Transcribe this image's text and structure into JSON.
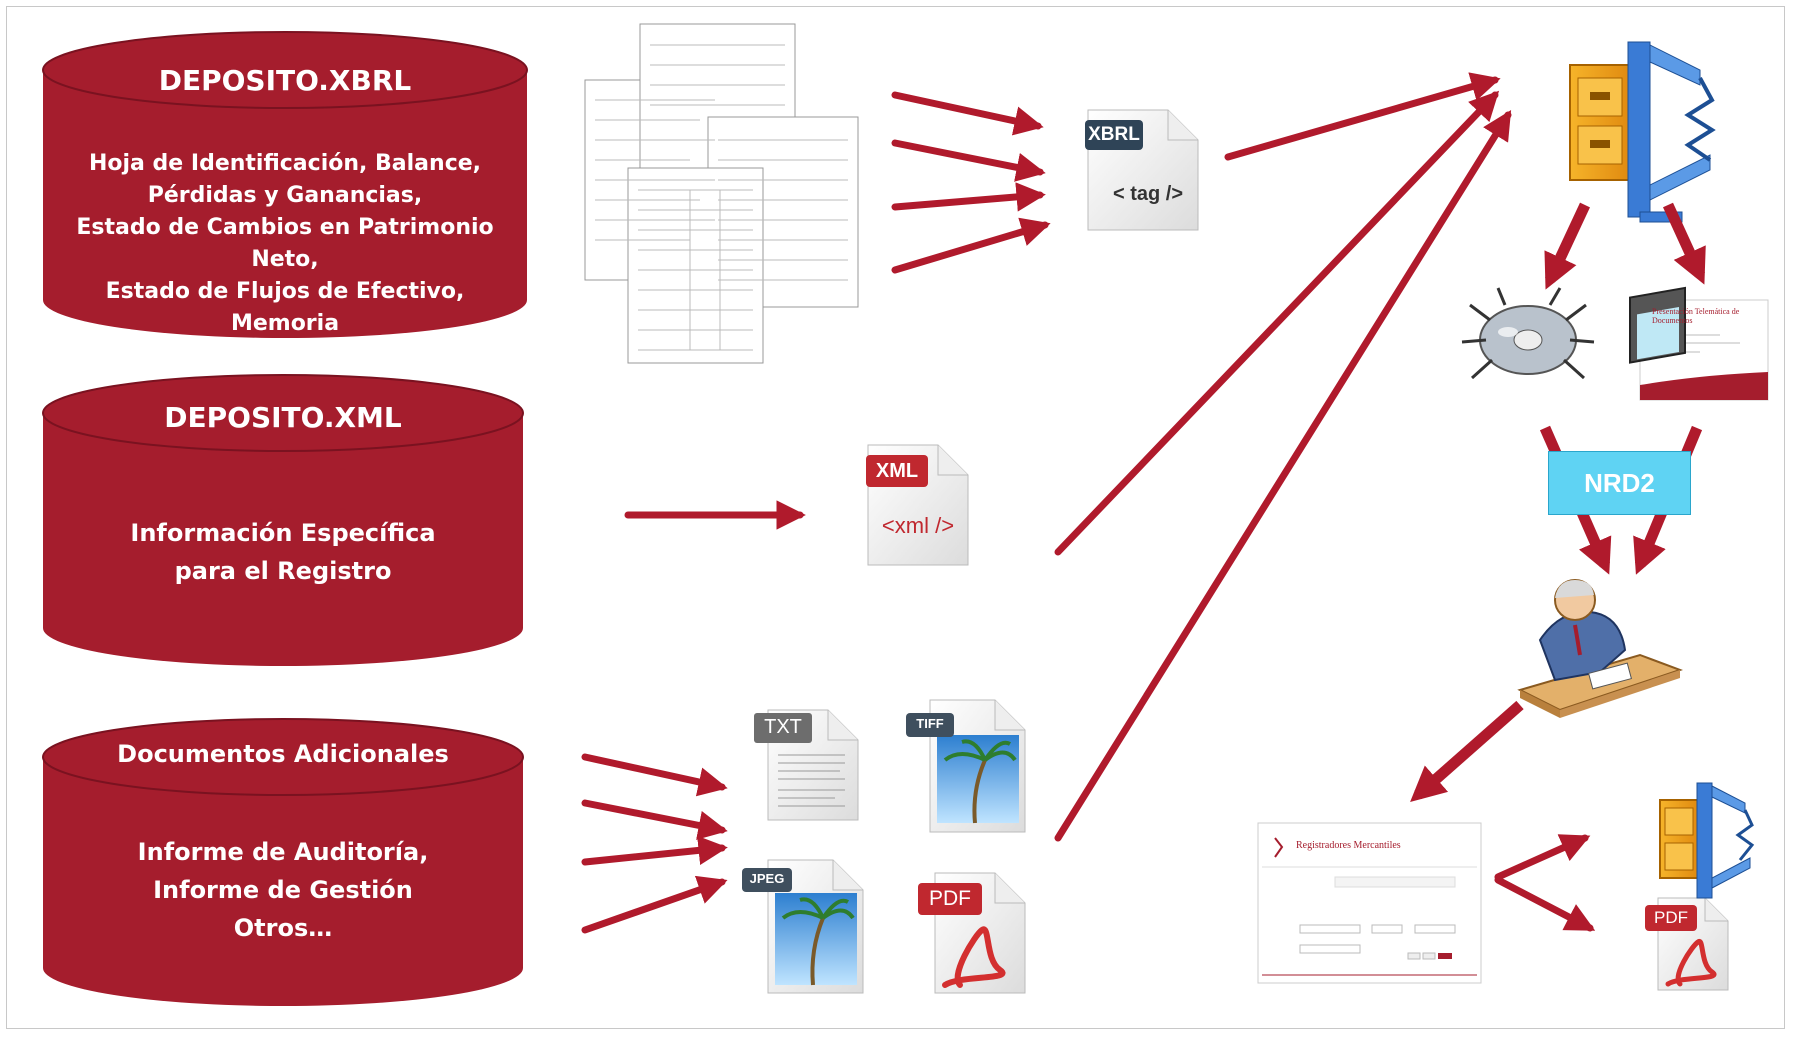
{
  "colors": {
    "cylinder": "#a51d2d",
    "cylinder_dark": "#7a1220",
    "arrow": "#b01a2c",
    "nrd2": "#5fd3f3"
  },
  "cylinders": [
    {
      "title": "DEPOSITO.XBRL",
      "lines": [
        "Hoja de Identificación, Balance,",
        "Pérdidas y Ganancias,",
        "Estado de Cambios en Patrimonio Neto,",
        "Estado de Flujos de Efectivo,",
        "Memoria"
      ]
    },
    {
      "title": "DEPOSITO.XML",
      "lines": [
        "Información Específica",
        "para el Registro"
      ]
    },
    {
      "title": "Documentos Adicionales",
      "lines": [
        "Informe de Auditoría,",
        "Informe de Gestión",
        "Otros…"
      ]
    }
  ],
  "file_icons": {
    "xbrl": {
      "label": "XBRL",
      "content": "< tag />",
      "icon": "xbrl-file-icon"
    },
    "xml": {
      "label": "XML",
      "content": "<xml />",
      "icon": "xml-file-icon"
    },
    "txt": {
      "label": "TXT",
      "icon": "txt-file-icon"
    },
    "tiff": {
      "label": "TIFF",
      "icon": "tiff-image-file-icon"
    },
    "jpeg": {
      "label": "JPEG",
      "icon": "jpeg-image-file-icon"
    },
    "pdf": {
      "label": "PDF",
      "icon": "pdf-file-icon"
    },
    "pdf_small": {
      "label": "PDF",
      "icon": "pdf-file-icon"
    }
  },
  "nrd2": "NRD2",
  "web_page": {
    "title": "Registradores Mercantiles"
  },
  "doc_page": {
    "title": "Presentación Telemática de Documentos"
  }
}
